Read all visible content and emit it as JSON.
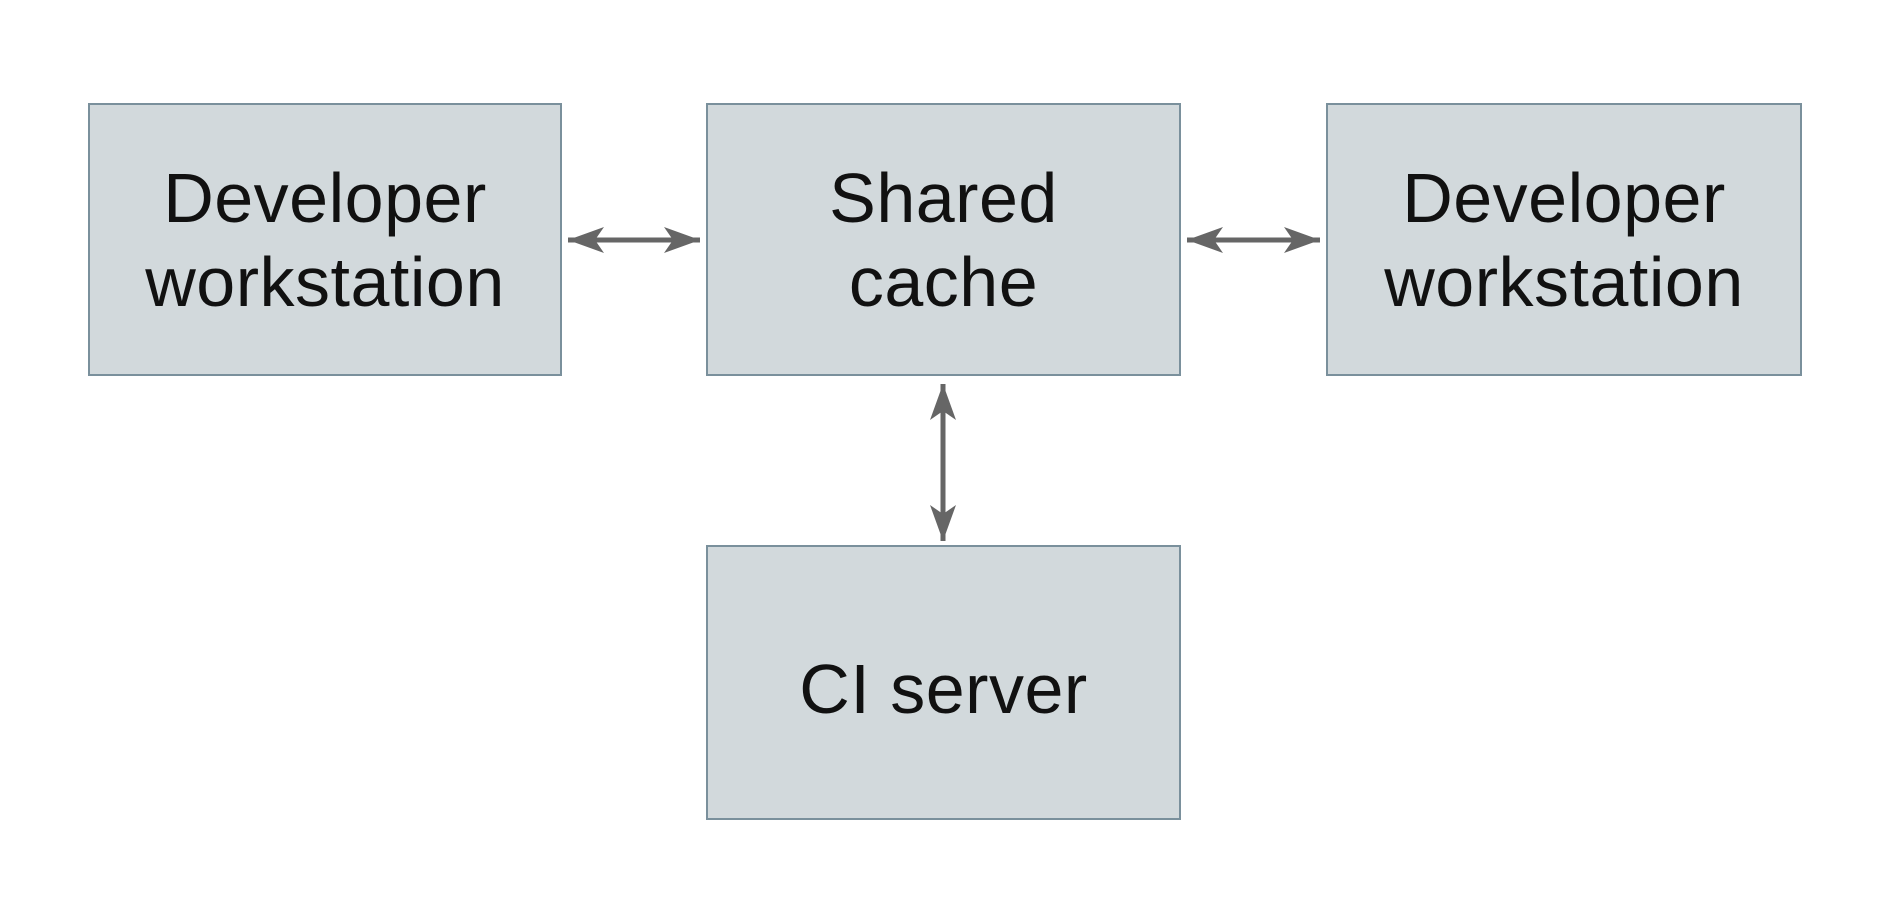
{
  "diagram": {
    "type": "architecture-diagram",
    "nodes": {
      "left_workstation": {
        "label": "Developer\nworkstation"
      },
      "shared_cache": {
        "label": "Shared\ncache"
      },
      "right_workstation": {
        "label": "Developer\nworkstation"
      },
      "ci_server": {
        "label": "CI server"
      }
    },
    "edges": [
      {
        "from": "left_workstation",
        "to": "shared_cache",
        "direction": "bidirectional"
      },
      {
        "from": "shared_cache",
        "to": "right_workstation",
        "direction": "bidirectional"
      },
      {
        "from": "shared_cache",
        "to": "ci_server",
        "direction": "bidirectional"
      }
    ],
    "colors": {
      "node_fill": "#d2d9dc",
      "node_border": "#7a909c",
      "arrow": "#666666",
      "background": "#ffffff",
      "text": "#111111"
    }
  }
}
